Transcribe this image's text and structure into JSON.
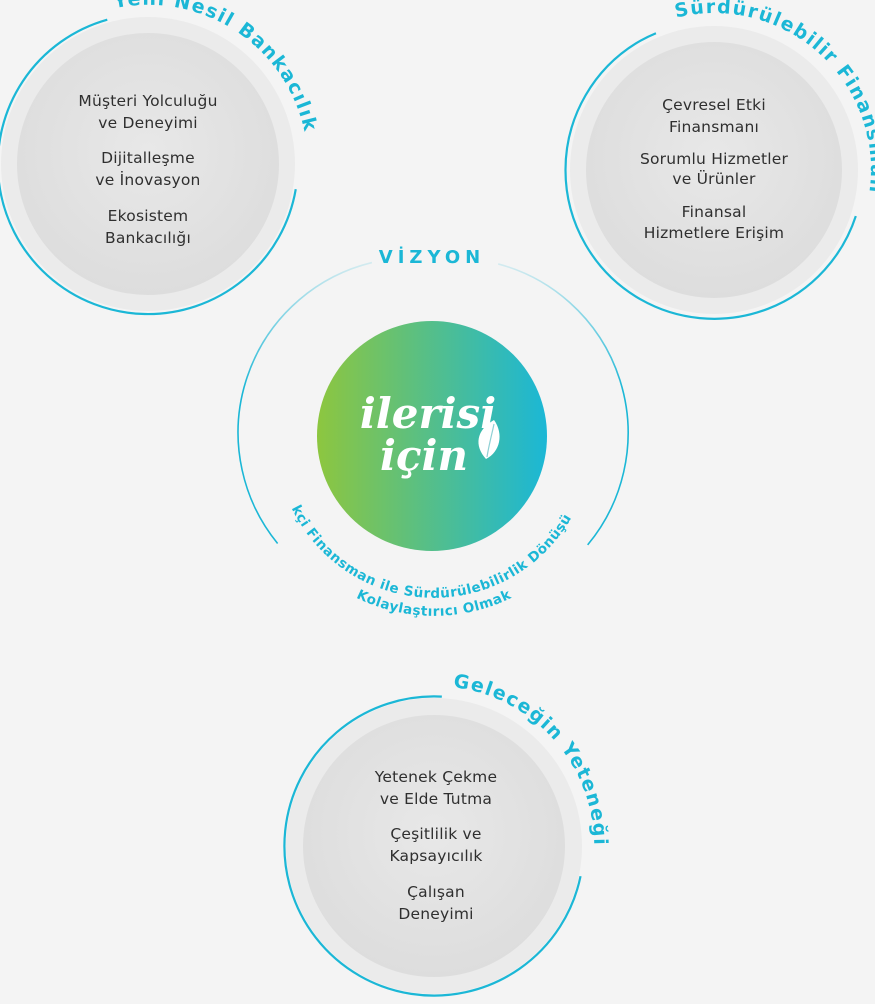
{
  "vision": {
    "title": "VİZYON",
    "logo_line1": "ilerisi",
    "logo_line2": "için",
    "statement": "Yenilikçi Finansman ile Sürdürülebilirlik Dönüşümünde Kolaylaştırıcı Olmak"
  },
  "pillars": [
    {
      "title": "Yeni Nesil Bankacılık",
      "items": [
        [
          "Müşteri Yolculuğu",
          "ve Deneyimi"
        ],
        [
          "Dijitalleşme",
          "ve İnovasyon"
        ],
        [
          "Ekosistem",
          "Bankacılığı"
        ]
      ]
    },
    {
      "title": "Sürdürülebilir Finansman",
      "items": [
        [
          "Çevresel Etki",
          "Finansmanı"
        ],
        [
          "Sorumlu Hizmetler",
          "ve Ürünler"
        ],
        [
          "Finansal",
          "Hizmetlere Erişim"
        ]
      ]
    },
    {
      "title": "Geleceğin Yeteneği",
      "items": [
        [
          "Yetenek Çekme",
          "ve Elde Tutma"
        ],
        [
          "Çeşitlilik ve",
          "Kapsayıcılık"
        ],
        [
          "Çalışan",
          "Deneyimi"
        ]
      ]
    }
  ],
  "colors": {
    "accent": "#1bb7d6",
    "circle_fill": "#e3e3e3",
    "gradient_start": "#8dc63f",
    "gradient_end": "#1bb7d6"
  }
}
